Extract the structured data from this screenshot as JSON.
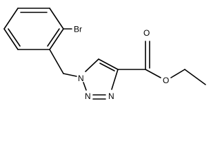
{
  "diagram": {
    "type": "chemical-structure",
    "atom_labels": {
      "bromine": "Br",
      "carbonyl_oxygen": "O",
      "ester_oxygen": "O",
      "triazole_n1": "N",
      "triazole_n2": "N",
      "triazole_n3": "N"
    },
    "colors": {
      "bond": "#000000",
      "label": "#000000",
      "background": "#ffffff"
    }
  }
}
